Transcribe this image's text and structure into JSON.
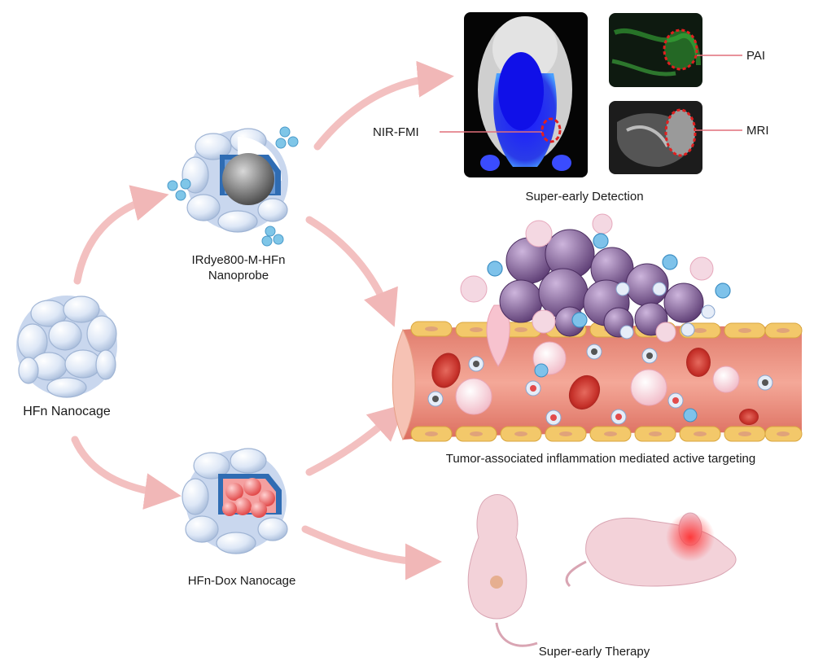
{
  "labels": {
    "hfn_nanocage": "HFn Nanocage",
    "nanoprobe_line1": "IRdye800-M-HFn",
    "nanoprobe_line2": "Nanoprobe",
    "dox_nanocage": "HFn-Dox Nanocage",
    "nir_fmi": "NIR-FMI",
    "pai": "PAI",
    "mri": "MRI",
    "detection": "Super-early Detection",
    "targeting": "Tumor-associated inflammation mediated active targeting",
    "therapy": "Super-early Therapy"
  },
  "colors": {
    "arrow": "#f1b7b7",
    "cage": "#dbe6f6",
    "cage_stroke": "#9fb4d4",
    "shell": "#2f6cb3",
    "vessel": "#ec8f7c",
    "vessel_wall": "#f2cb72",
    "tumor": "#7f5a92",
    "rbc": "#c8332c",
    "mouse": "#f3d2d9",
    "callout": "#e06f7a",
    "roi": "#e11f1f"
  }
}
